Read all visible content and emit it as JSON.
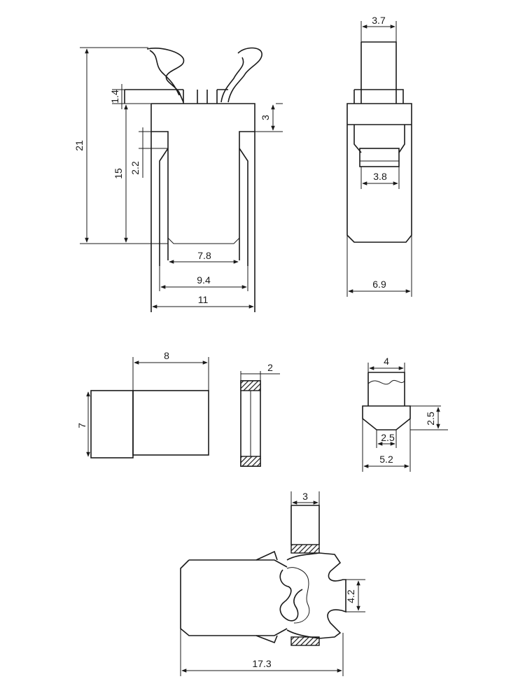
{
  "dimensions": {
    "overall_height": "21",
    "tab_thickness": "1.4",
    "top_band": "3",
    "slot_depth": "2.2",
    "body_height": "15",
    "inner_width": "7.8",
    "mid_width": "9.4",
    "outer_width": "11",
    "side_top_width": "3.7",
    "side_window_width": "3.8",
    "side_depth": "6.9",
    "block_width": "8",
    "block_height": "7",
    "ring_thickness": "2",
    "actuator_width": "4",
    "actuator_step": "2.5",
    "actuator_notch": "2.5",
    "actuator_base": "5.2",
    "assembly_plunger": "3",
    "assembly_gap": "4.2",
    "assembly_length": "17.3"
  }
}
